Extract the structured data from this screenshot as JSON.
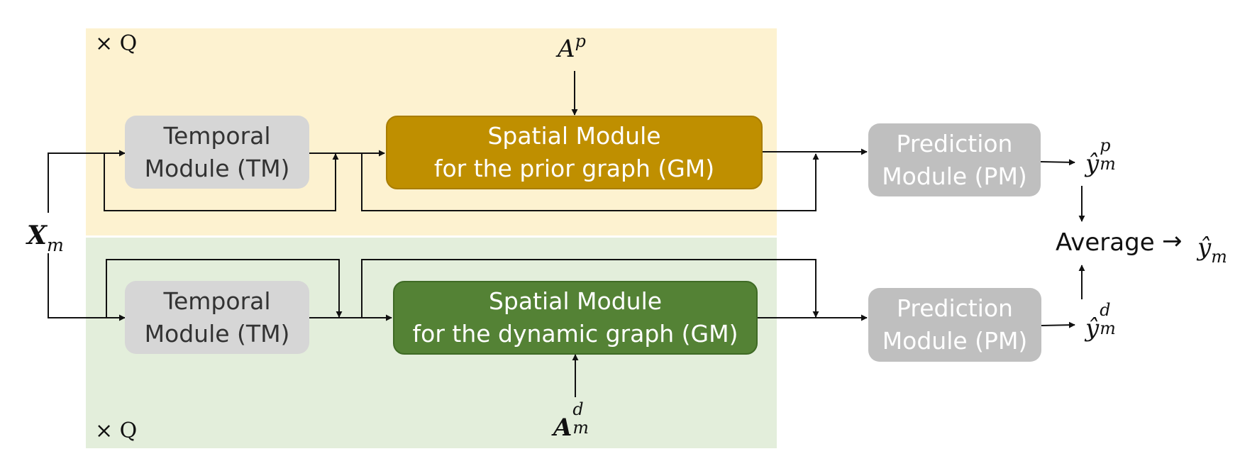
{
  "top_band": {
    "repeat_label": "× Q",
    "input_adjacency": {
      "base": "A",
      "sup": "p"
    },
    "temporal_module": {
      "line1": "Temporal",
      "line2": "Module (TM)"
    },
    "spatial_module": {
      "line1": "Spatial Module",
      "line2": "for the prior graph (GM)"
    },
    "prediction_module": {
      "line1": "Prediction",
      "line2": "Module (PM)"
    },
    "output": {
      "base": "ŷ",
      "sub": "m",
      "sup": "p"
    },
    "color": "#bf8f00",
    "band_color": "#fdf2d0"
  },
  "bottom_band": {
    "repeat_label": "× Q",
    "input_adjacency": {
      "base": "A",
      "sub": "m",
      "sup": "d"
    },
    "temporal_module": {
      "line1": "Temporal",
      "line2": "Module (TM)"
    },
    "spatial_module": {
      "line1": "Spatial Module",
      "line2": "for the dynamic graph (GM)"
    },
    "prediction_module": {
      "line1": "Prediction",
      "line2": "Module (PM)"
    },
    "output": {
      "base": "ŷ",
      "sub": "m",
      "sup": "d"
    },
    "color": "#548235",
    "band_color": "#e3eedb"
  },
  "input": {
    "base": "X",
    "sub": "m"
  },
  "average_label": "Average",
  "final_output": {
    "base": "ŷ",
    "sub": "m"
  },
  "arrow_glyph": "→"
}
